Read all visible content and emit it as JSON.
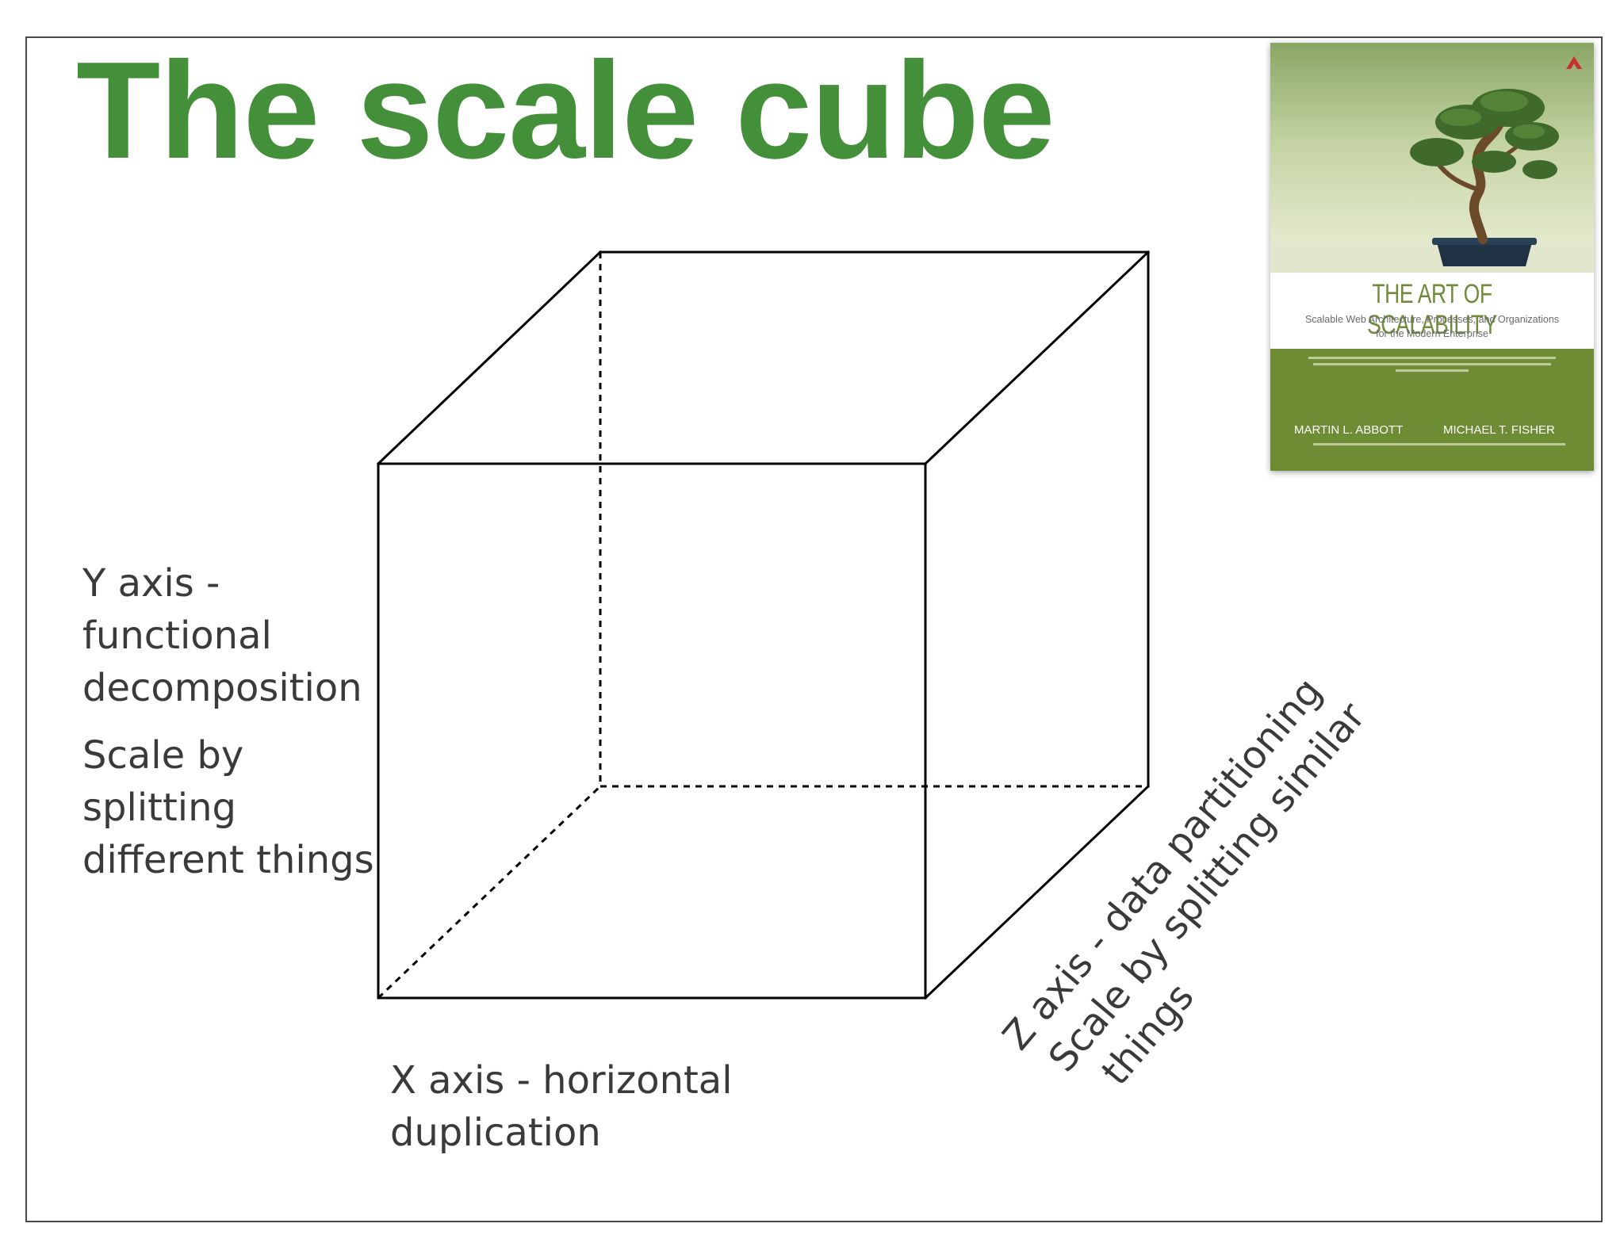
{
  "slide": {
    "title": "The scale cube"
  },
  "axes": {
    "y": {
      "label_line1": "Y axis -",
      "label_line2": "functional",
      "label_line3": "decomposition"
    },
    "y_scale": {
      "line1": "Scale by",
      "line2": "splitting",
      "line3": "different things"
    },
    "x": {
      "line1": "X axis - horizontal",
      "line2": "duplication"
    },
    "z": {
      "line1": "Z axis - data partitioning",
      "line2": "Scale by splitting similar",
      "line3": "things"
    }
  },
  "book": {
    "title": "THE ART OF SCALABILITY",
    "subtitle_line1": "Scalable Web Architecture, Processes, and Organizations",
    "subtitle_line2": "for the Modern Enterprise",
    "author1": "MARTIN L. ABBOTT",
    "author2": "MICHAEL T. FISHER"
  },
  "colors": {
    "title": "#44903a",
    "text": "#3a3a3a",
    "book_green": "#6e8c34"
  }
}
